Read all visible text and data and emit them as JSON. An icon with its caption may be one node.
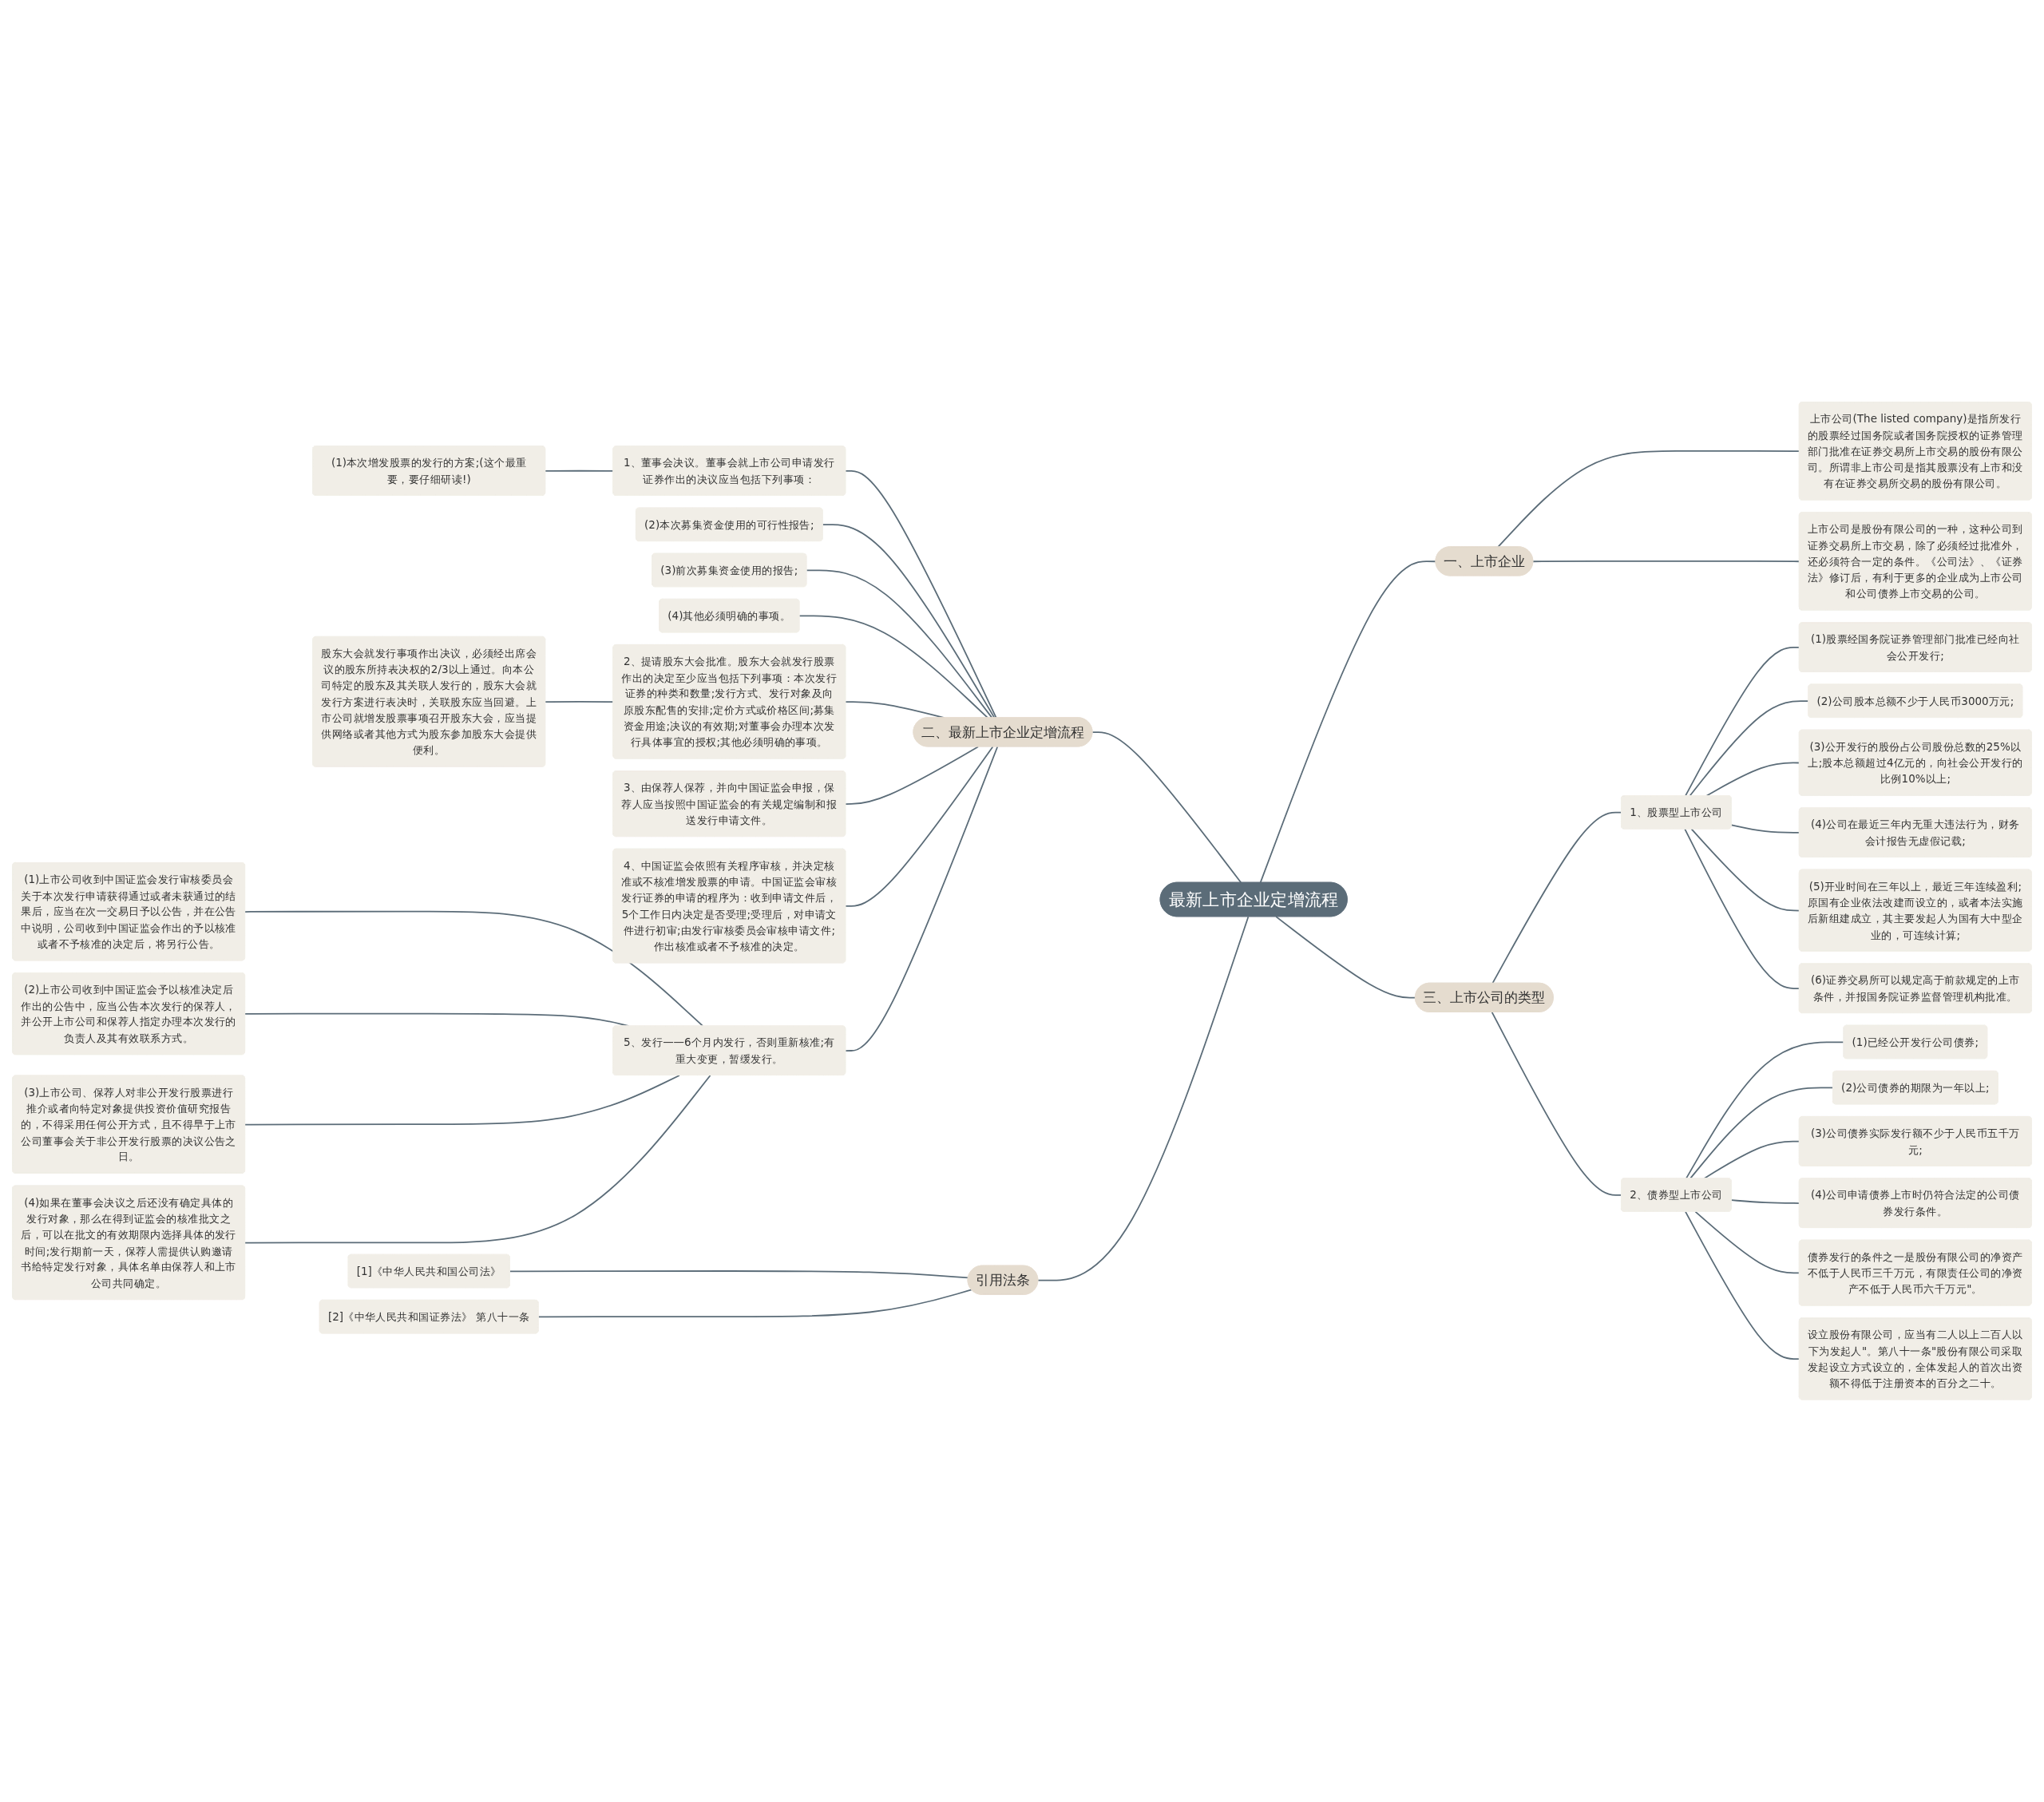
{
  "diagram": {
    "nodes": [
      {
        "text": [
          "最新上市企业定增流程"
        ]
      },
      {
        "text": [
          "二、最新上市企业定增流程"
        ]
      },
      {
        "text": [
          "1、董事会决议。董事会就上市公司申请发行证券作出的决议应当包括下列事项："
        ]
      },
      {
        "text": [
          "(1)本次增发股票的发行的方案;(这个最重要，要仔细研读!)"
        ]
      },
      {
        "text": [
          "(2)本次募集资金使用的可行性报告;"
        ]
      },
      {
        "text": [
          "(3)前次募集资金使用的报告;"
        ]
      },
      {
        "text": [
          "(4)其他必须明确的事项。"
        ]
      },
      {
        "text": [
          "2、提请股东大会批准。股东大会就发行股票作出的决定至少应当包括下列事项：本次发行证券的种类和数量;发行方式、发行对象及向原股东配售的安排;定价方式或价格区间;募集资金用途;决议的有效期;对董事会办理本次发行具体事宜的授权;其他必须明确的事项。"
        ]
      },
      {
        "text": [
          "股东大会就发行事项作出决议，必须经出席会议的股东所持表决权的2/3以上通过。向本公司特定的股东及其关联人发行的，股东大会就发行方案进行表决时，关联股东应当回避。上市公司就增发股票事项召开股东大会，应当提供网络或者其他方式为股东参加股东大会提供便利。"
        ]
      },
      {
        "text": [
          "3、由保荐人保荐，并向中国证监会申报，保荐人应当按照中国证监会的有关规定编制和报送发行申请文件。"
        ]
      },
      {
        "text": [
          "4、中国证监会依照有关程序审核，并决定核准或不核准增发股票的申请。中国证监会审核发行证券的申请的程序为：收到申请文件后，5个工作日内决定是否受理;受理后，对申请文件进行初审;由发行审核委员会审核申请文件;作出核准或者不予核准的决定。"
        ]
      },
      {
        "text": [
          "5、发行——6个月内发行，否则重新核准;有重大变更，暂缓发行。"
        ]
      },
      {
        "text": [
          "(1)上市公司收到中国证监会发行审核委员会关于本次发行申请获得通过或者未获通过的结果后，应当在次一交易日予以公告，并在公告中说明，公司收到中国证监会作出的予以核准或者不予核准的决定后，将另行公告。"
        ]
      },
      {
        "text": [
          "(2)上市公司收到中国证监会予以核准决定后作出的公告中，应当公告本次发行的保荐人，并公开上市公司和保荐人指定办理本次发行的负责人及其有效联系方式。"
        ]
      },
      {
        "text": [
          "(3)上市公司、保荐人对非公开发行股票进行推介或者向特定对象提供投资价值研究报告的，不得采用任何公开方式，且不得早于上市公司董事会关于非公开发行股票的决议公告之日。"
        ]
      },
      {
        "text": [
          "(4)如果在董事会决议之后还没有确定具体的发行对象，那么在得到证监会的核准批文之后，可以在批文的有效期限内选择具体的发行时间;发行期前一天，保荐人需提供认购邀请书给特定发行对象，具体名单由保荐人和上市公司共同确定。"
        ]
      },
      {
        "text": [
          "引用法条"
        ]
      },
      {
        "text": [
          "[1]《中华人民共和国公司法》"
        ]
      },
      {
        "text": [
          "[2]《中华人民共和国证券法》 第八十一条"
        ]
      },
      {
        "text": [
          "一、上市企业"
        ]
      },
      {
        "text": [
          "上市公司(The listed company)是指所发行的股票经过国务院或者国务院授权的证券管理部门批准在证券交易所上市交易的股份有限公司。所谓非上市公司是指其股票没有上市和没有在证券交易所交易的股份有限公司。"
        ]
      },
      {
        "text": [
          "上市公司是股份有限公司的一种，这种公司到证券交易所上市交易，除了必须经过批准外，还必须符合一定的条件。《公司法》、《证券法》修订后，有利于更多的企业成为上市公司和公司债券上市交易的公司。"
        ]
      },
      {
        "text": [
          "三、上市公司的类型"
        ]
      },
      {
        "text": [
          "1、股票型上市公司"
        ]
      },
      {
        "text": [
          "(1)股票经国务院证券管理部门批准已经向社会公开发行;"
        ]
      },
      {
        "text": [
          "(2)公司股本总额不少于人民币3000万元;"
        ]
      },
      {
        "text": [
          "(3)公开发行的股份占公司股份总数的25%以上;股本总额超过4亿元的，向社会公开发行的比例10%以上;"
        ]
      },
      {
        "text": [
          "(4)公司在最近三年内无重大违法行为，财务会计报告无虚假记载;"
        ]
      },
      {
        "text": [
          "(5)开业时间在三年以上，最近三年连续盈利;原国有企业依法改建而设立的，或者本法实施后新组建成立，其主要发起人为国有大中型企业的，可连续计算;"
        ]
      },
      {
        "text": [
          "(6)证券交易所可以规定高于前款规定的上市条件，并报国务院证券监督管理机构批准。"
        ]
      },
      {
        "text": [
          "2、债券型上市公司"
        ]
      },
      {
        "text": [
          "(1)已经公开发行公司债券;"
        ]
      },
      {
        "text": [
          "(2)公司债券的期限为一年以上;"
        ]
      },
      {
        "text": [
          "(3)公司债券实际发行额不少于人民币五千万元;"
        ]
      },
      {
        "text": [
          "(4)公司申请债券上市时仍符合法定的公司债券发行条件。"
        ]
      },
      {
        "text": [
          "债券发行的条件之一是股份有限公司的净资产不低于人民币三千万元，有限责任公司的净资产不低于人民币六千万元\"。"
        ]
      },
      {
        "text": [
          "设立股份有限公司，应当有二人以上二百人以下为发起人\"。第八十一条\"股份有限公司采取发起设立方式设立的，全体发起人的首次出资额不得低于注册资本的百分之二十。"
        ]
      }
    ],
    "edges": [
      {
        "from": 0,
        "to": 1,
        "arrow": "none"
      },
      {
        "from": 2,
        "to": 3,
        "arrow": "none"
      },
      {
        "from": 1,
        "to": 2,
        "arrow": "none"
      },
      {
        "from": 1,
        "to": 4,
        "arrow": "none"
      },
      {
        "from": 1,
        "to": 5,
        "arrow": "none"
      },
      {
        "from": 1,
        "to": 6,
        "arrow": "none"
      },
      {
        "from": 7,
        "to": 8,
        "arrow": "none"
      },
      {
        "from": 1,
        "to": 7,
        "arrow": "none"
      },
      {
        "from": 1,
        "to": 9,
        "arrow": "none"
      },
      {
        "from": 1,
        "to": 10,
        "arrow": "none"
      },
      {
        "from": 11,
        "to": 12,
        "arrow": "none"
      },
      {
        "from": 11,
        "to": 13,
        "arrow": "none"
      },
      {
        "from": 11,
        "to": 14,
        "arrow": "none"
      },
      {
        "from": 11,
        "to": 15,
        "arrow": "none"
      },
      {
        "from": 1,
        "to": 11,
        "arrow": "none"
      },
      {
        "from": 0,
        "to": 16,
        "arrow": "none"
      },
      {
        "from": 16,
        "to": 17,
        "arrow": "none"
      },
      {
        "from": 16,
        "to": 18,
        "arrow": "none"
      },
      {
        "from": 0,
        "to": 19,
        "arrow": "none"
      },
      {
        "from": 19,
        "to": 20,
        "arrow": "none"
      },
      {
        "from": 19,
        "to": 21,
        "arrow": "none"
      },
      {
        "from": 0,
        "to": 22,
        "arrow": "none"
      },
      {
        "from": 22,
        "to": 23,
        "arrow": "none"
      },
      {
        "from": 23,
        "to": 24,
        "arrow": "none"
      },
      {
        "from": 23,
        "to": 25,
        "arrow": "none"
      },
      {
        "from": 23,
        "to": 26,
        "arrow": "none"
      },
      {
        "from": 23,
        "to": 27,
        "arrow": "none"
      },
      {
        "from": 23,
        "to": 28,
        "arrow": "none"
      },
      {
        "from": 23,
        "to": 29,
        "arrow": "none"
      },
      {
        "from": 22,
        "to": 30,
        "arrow": "none"
      },
      {
        "from": 30,
        "to": 31,
        "arrow": "none"
      },
      {
        "from": 30,
        "to": 32,
        "arrow": "none"
      },
      {
        "from": 30,
        "to": 33,
        "arrow": "none"
      },
      {
        "from": 30,
        "to": 34,
        "arrow": "none"
      },
      {
        "from": 30,
        "to": 35,
        "arrow": "none"
      },
      {
        "from": 30,
        "to": 36,
        "arrow": "none"
      }
    ]
  }
}
